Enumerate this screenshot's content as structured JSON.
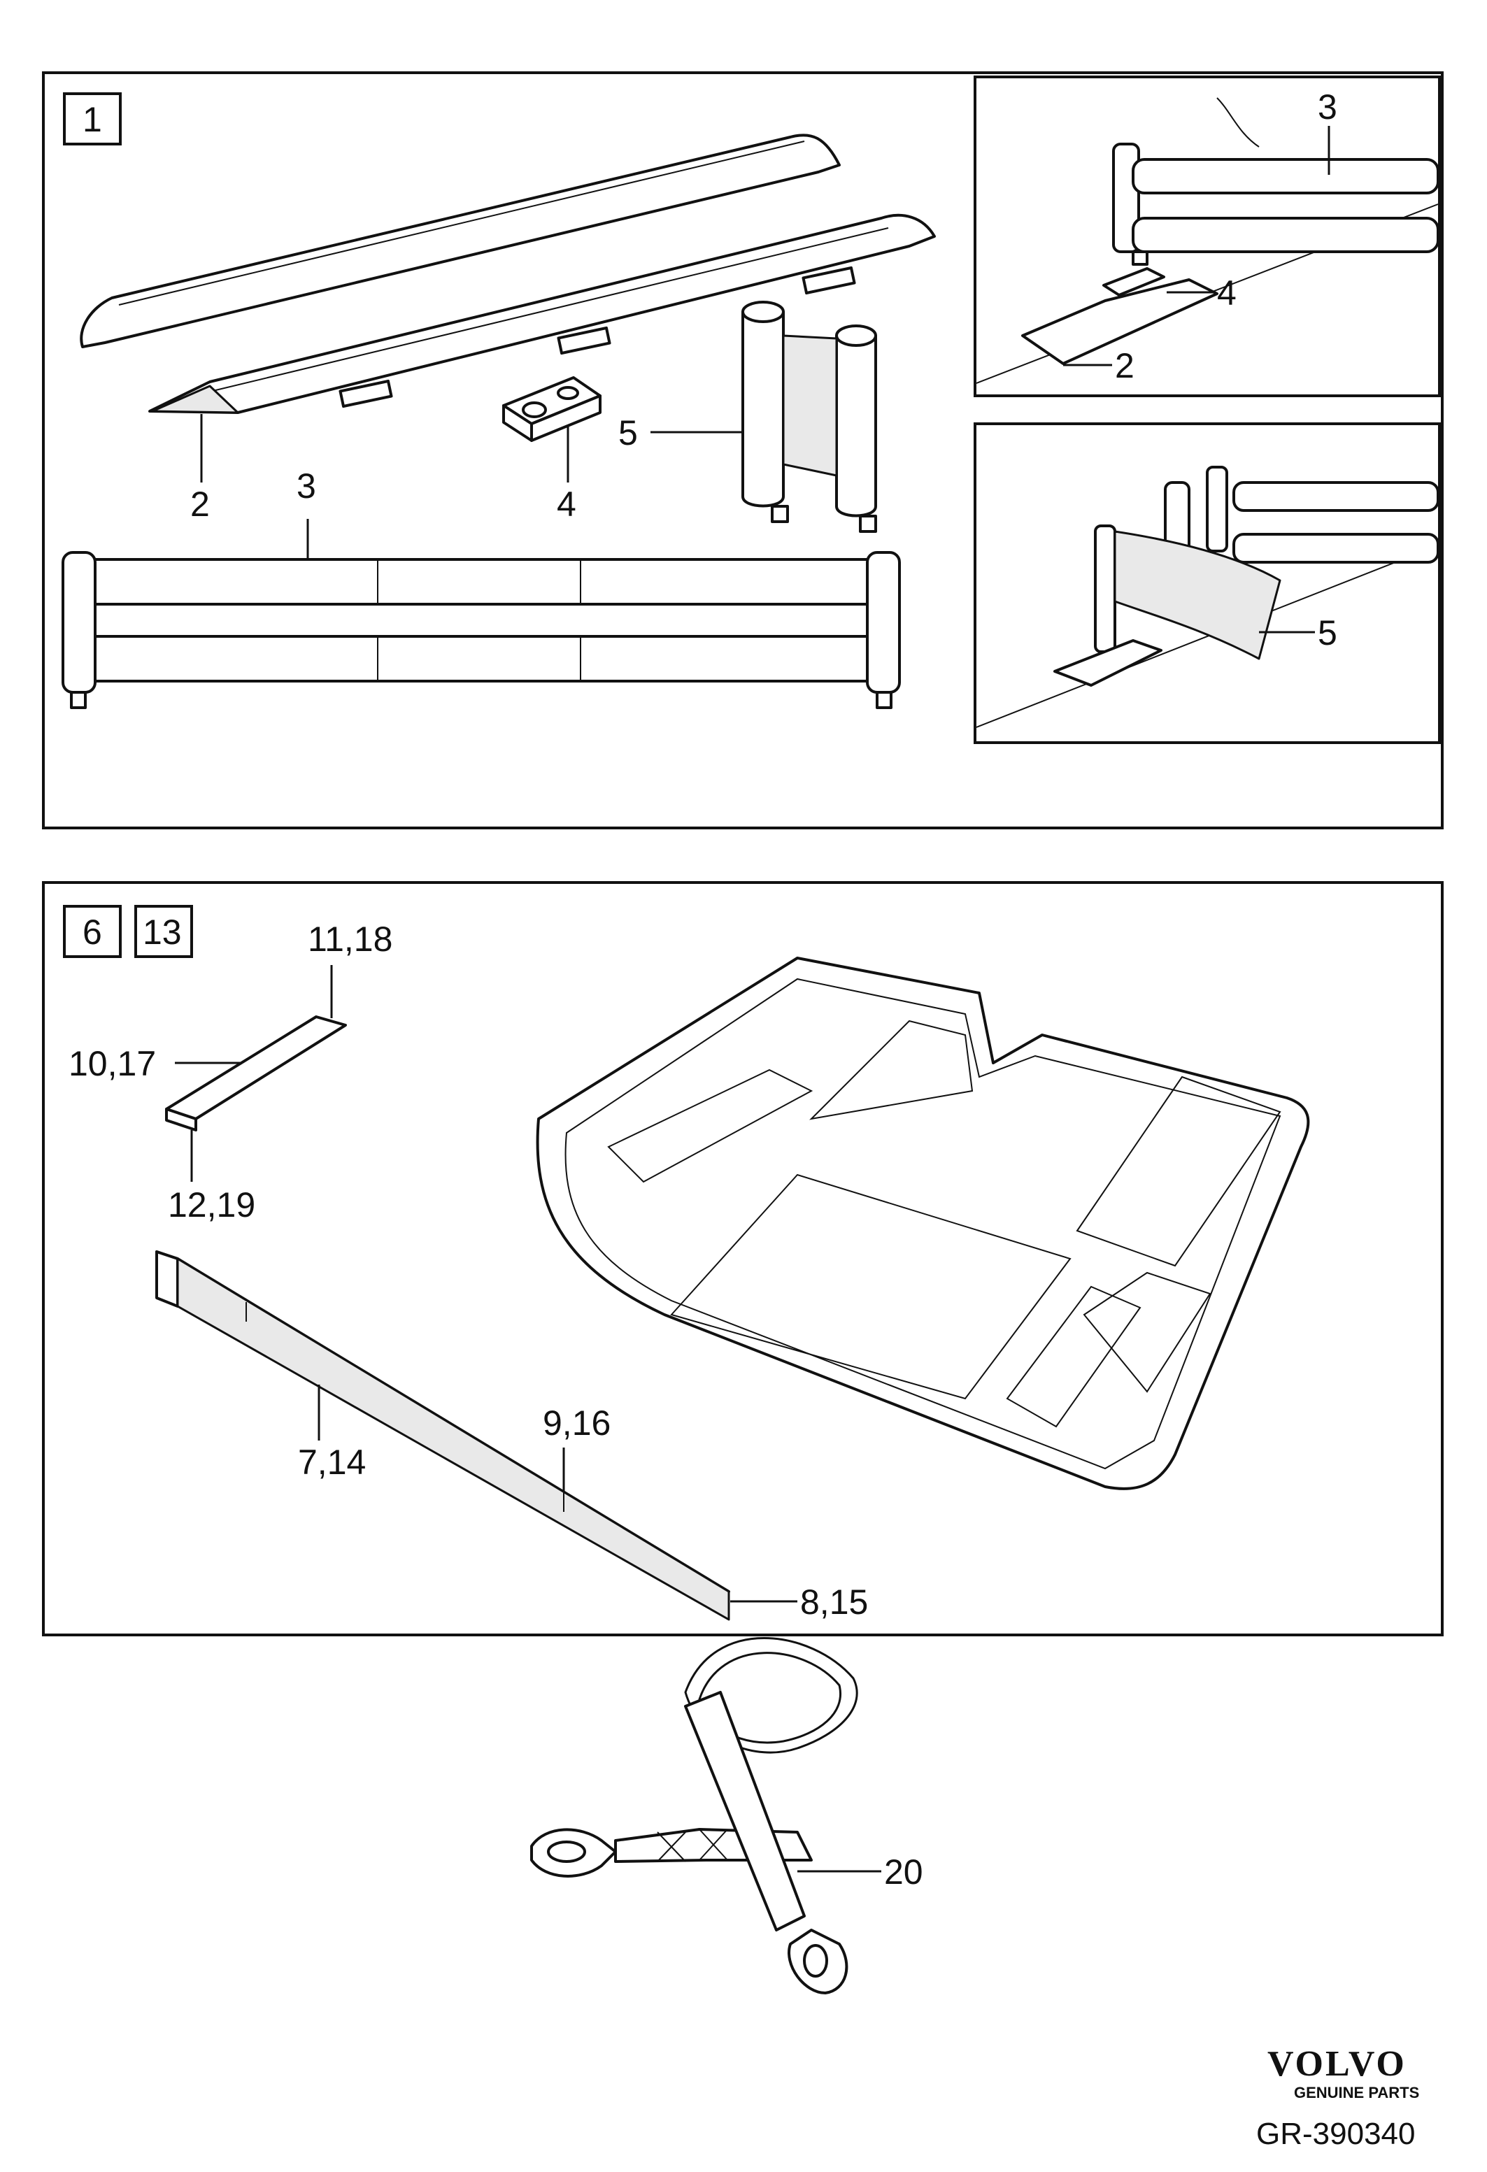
{
  "panel_top": {
    "box_label": "1",
    "callouts": {
      "rail": "2",
      "bar": "3",
      "clip": "4",
      "posts": "5"
    },
    "inset_a": {
      "bar": "3",
      "clip": "4",
      "rail": "2"
    },
    "inset_b": {
      "posts": "5"
    }
  },
  "panel_mid": {
    "box_labels": [
      "6",
      "13"
    ],
    "callouts": {
      "end_a": "11,18",
      "piece_a": "10,17",
      "bottom_a": "12,19",
      "long_piece": "7,14",
      "notch": "9,16",
      "end_b": "8,15"
    }
  },
  "strap": {
    "callout": "20"
  },
  "footer": {
    "brand": "VOLVO",
    "brand_sub": "GENUINE PARTS",
    "code": "GR-390340"
  }
}
